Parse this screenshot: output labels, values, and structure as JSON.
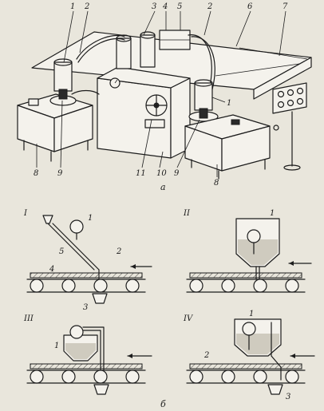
{
  "figure_a": {
    "caption": "а",
    "callouts_top": [
      "1",
      "2",
      "3",
      "4",
      "5",
      "2",
      "6",
      "7"
    ],
    "callouts_bottom": [
      "8",
      "9",
      "11",
      "10",
      "9",
      "8"
    ],
    "callout_right": "1"
  },
  "figure_b": {
    "caption": "б",
    "panels": [
      {
        "numeral": "I",
        "labels": [
          "1",
          "5",
          "2",
          "4",
          "3"
        ]
      },
      {
        "numeral": "II",
        "labels": [
          "1"
        ]
      },
      {
        "numeral": "III",
        "labels": [
          "1"
        ]
      },
      {
        "numeral": "IV",
        "labels": [
          "1",
          "2",
          "3"
        ]
      }
    ]
  }
}
